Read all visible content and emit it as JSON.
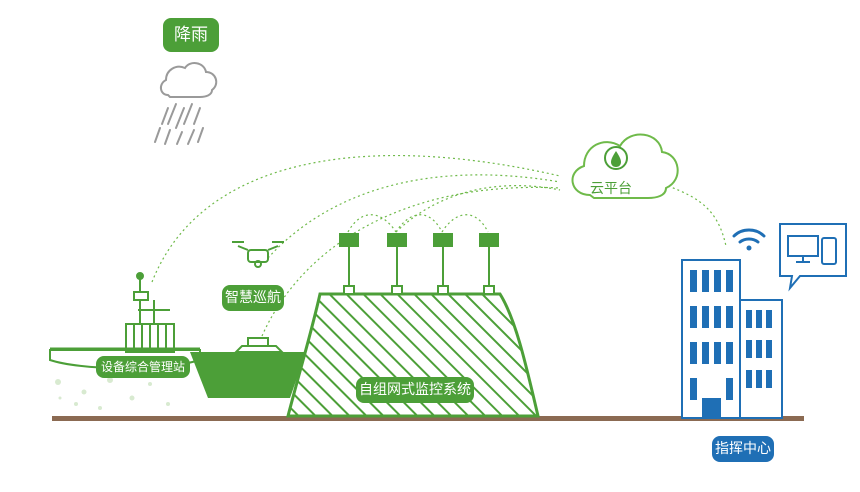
{
  "labels": {
    "rain": "降雨",
    "cloud_platform": "云平台",
    "drone_patrol": "智慧巡航",
    "station": "设备综合管理站",
    "monitoring": "自组网式监控系统",
    "command_center": "指挥中心"
  },
  "colors": {
    "green": "#4c9f38",
    "light_green": "#6fba4a",
    "blue": "#1f6fb5",
    "ground": "#8b6a52",
    "gray": "#9a9a9a"
  },
  "icons": {
    "rain": "rain-cloud-icon",
    "cloud": "cloud-platform-icon",
    "drone": "drone-icon",
    "boat": "boat-icon",
    "solar": "solar-panel-icon",
    "wifi": "wifi-icon",
    "devices": "devices-icon"
  }
}
